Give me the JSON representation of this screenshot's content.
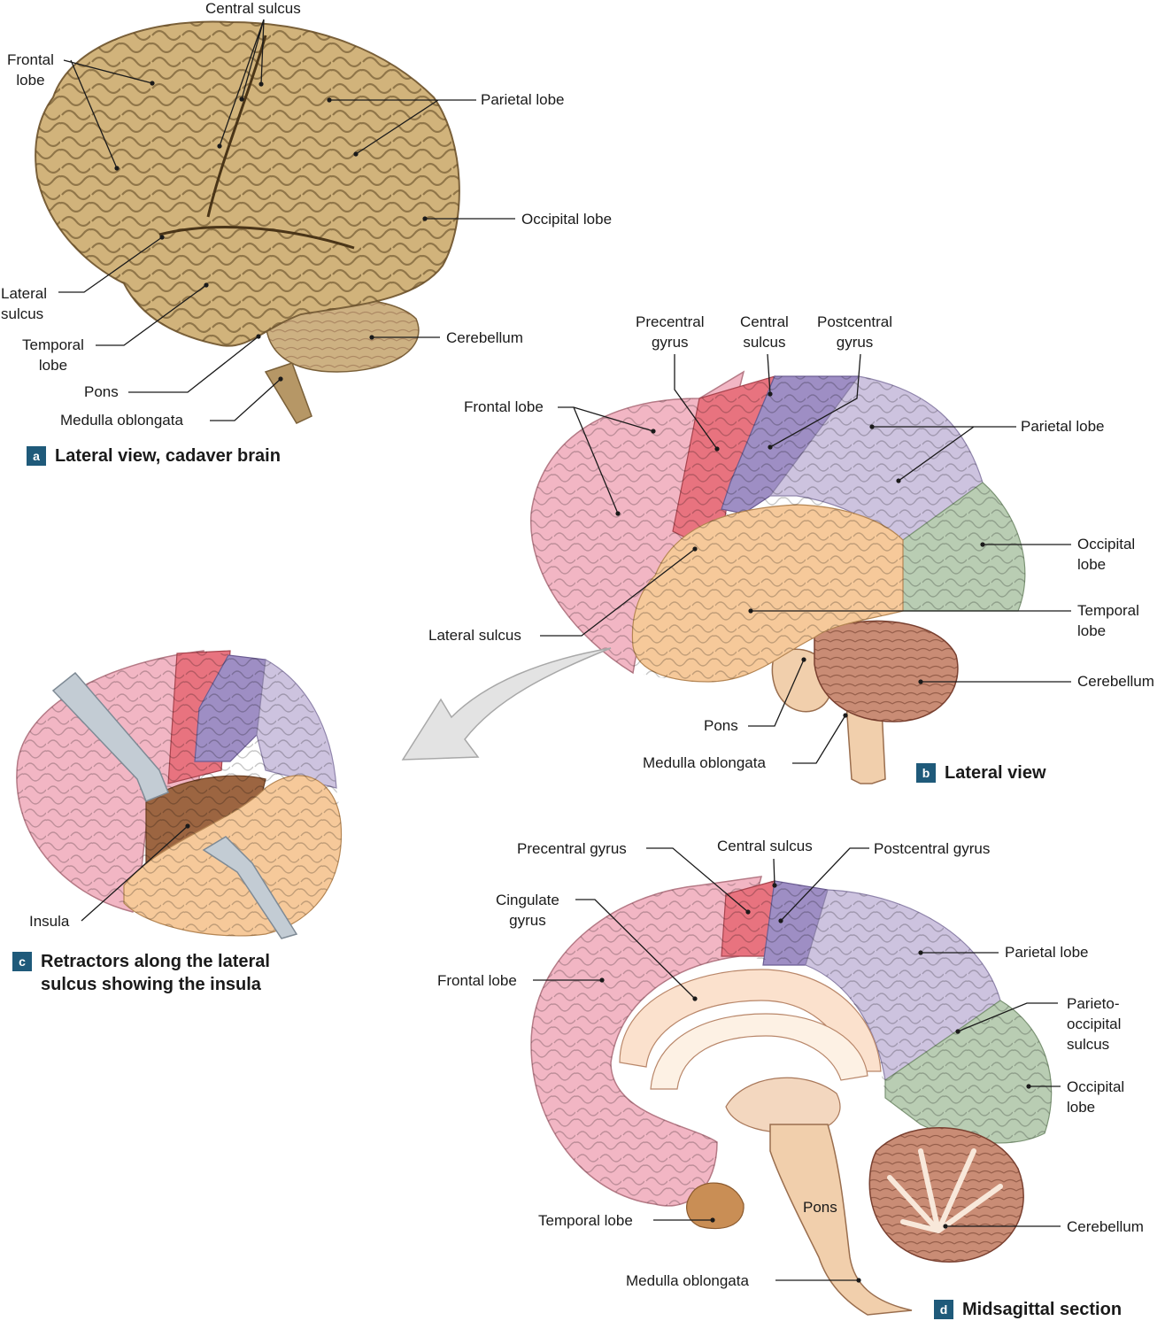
{
  "panel_a": {
    "caption_letter": "a",
    "caption": "Lateral view, cadaver brain",
    "labels": {
      "central_sulcus": "Central sulcus",
      "frontal_lobe": "Frontal\nlobe",
      "parietal_lobe": "Parietal lobe",
      "occipital_lobe": "Occipital lobe",
      "lateral_sulcus": "Lateral\nsulcus",
      "temporal_lobe": "Temporal\nlobe",
      "cerebellum": "Cerebellum",
      "pons": "Pons",
      "medulla": "Medulla oblongata"
    }
  },
  "panel_b": {
    "caption_letter": "b",
    "caption": "Lateral view",
    "labels": {
      "precentral_gyrus": "Precentral\ngyrus",
      "central_sulcus": "Central\nsulcus",
      "postcentral_gyrus": "Postcentral\ngyrus",
      "frontal_lobe": "Frontal lobe",
      "parietal_lobe": "Parietal lobe",
      "occipital_lobe": "Occipital\nlobe",
      "temporal_lobe": "Temporal\nlobe",
      "lateral_sulcus": "Lateral sulcus",
      "cerebellum": "Cerebellum",
      "pons": "Pons",
      "medulla": "Medulla oblongata"
    }
  },
  "panel_c": {
    "caption_letter": "c",
    "caption": "Retractors along the lateral\nsulcus showing the insula",
    "labels": {
      "insula": "Insula"
    }
  },
  "panel_d": {
    "caption_letter": "d",
    "caption": "Midsagittal section",
    "labels": {
      "precentral_gyrus": "Precentral gyrus",
      "central_sulcus": "Central sulcus",
      "postcentral_gyrus": "Postcentral gyrus",
      "cingulate_gyrus": "Cingulate\ngyrus",
      "frontal_lobe": "Frontal lobe",
      "parietal_lobe": "Parietal lobe",
      "parieto_occipital_sulcus": "Parieto-\noccipital\nsulcus",
      "occipital_lobe": "Occipital\nlobe",
      "temporal_lobe": "Temporal lobe",
      "pons": "Pons",
      "cerebellum": "Cerebellum",
      "medulla": "Medulla oblongata"
    }
  },
  "colors": {
    "frontal": "#f2b6c4",
    "precentral": "#e8737f",
    "postcentral": "#9e8ec4",
    "parietal": "#cdc3df",
    "occipital": "#b9cdb3",
    "temporal": "#f6c99a",
    "cerebellum": "#c98c75",
    "brainstem": "#f1cfac",
    "cadaver": "#cfb27c",
    "insula": "#9c6541",
    "badge": "#1f5a7a"
  }
}
